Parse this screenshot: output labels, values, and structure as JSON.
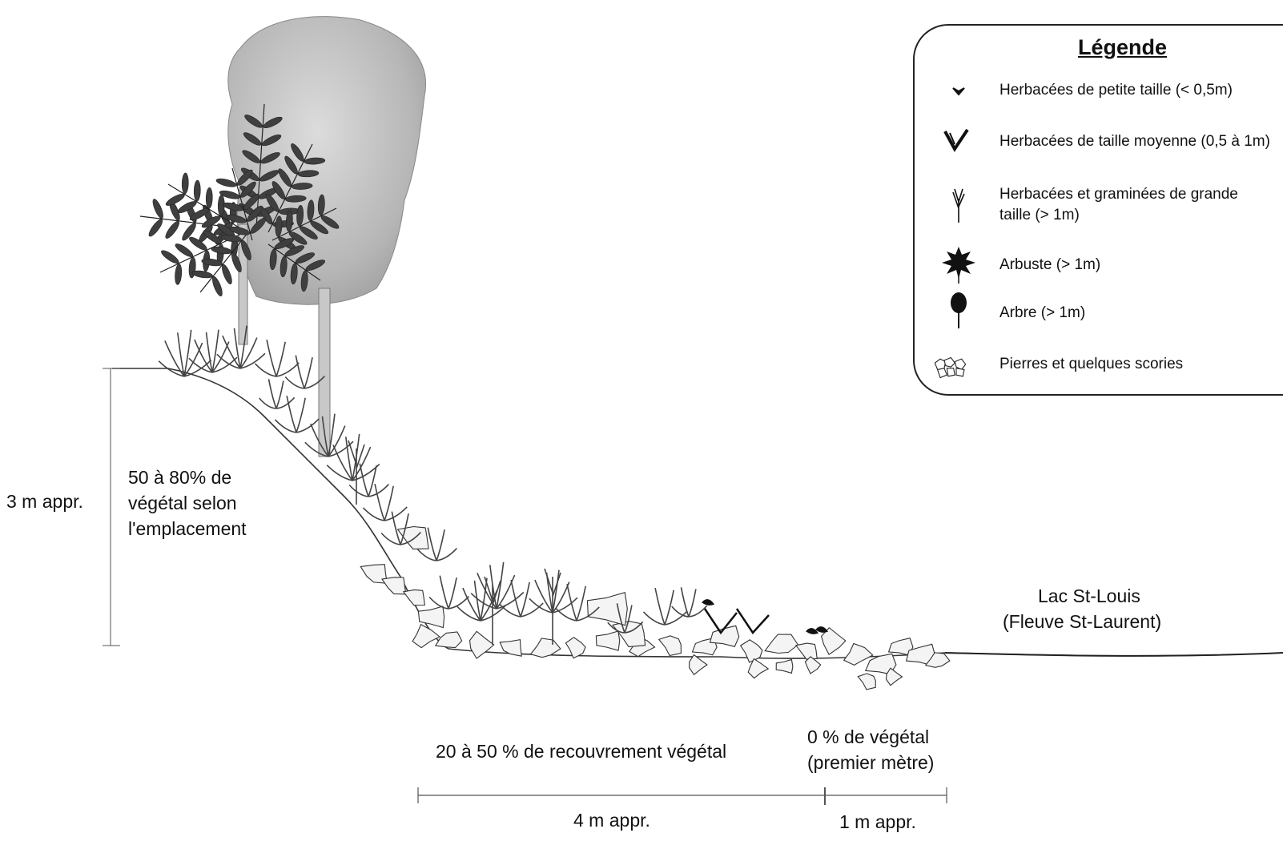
{
  "legend": {
    "title": "Légende",
    "items": [
      {
        "icon": "small-herb-icon",
        "label": "Herbacées de petite taille (< 0,5m)"
      },
      {
        "icon": "medium-herb-icon",
        "label": "Herbacées de taille moyenne (0,5 à 1m)"
      },
      {
        "icon": "tall-herb-grass-icon",
        "label_line1": "Herbacées et graminées de grande",
        "label_line2": "taille (> 1m)"
      },
      {
        "icon": "shrub-icon",
        "label": "Arbuste (> 1m)"
      },
      {
        "icon": "tree-icon",
        "label": "Arbre (> 1m)"
      },
      {
        "icon": "stones-icon",
        "label": "Pierres et quelques scories"
      }
    ]
  },
  "annotations": {
    "height": "3 m appr.",
    "upper_cover_line1": "50 à 80% de",
    "upper_cover_line2": "végétal selon",
    "upper_cover_line3": "l'emplacement",
    "water_line1": "Lac St-Louis",
    "water_line2": "(Fleuve St-Laurent)",
    "lower_cover": "20 à 50 % de recouvrement végétal",
    "zero_cover_line1": "0 % de végétal",
    "zero_cover_line2": "(premier mètre)",
    "dist_4m": "4 m appr.",
    "dist_1m": "1 m appr."
  },
  "colors": {
    "ink": "#111111",
    "foliage_gray": "#b8b8b8",
    "leaf_dark": "#3a3a3a",
    "stone_fill": "#f2f2f2"
  }
}
